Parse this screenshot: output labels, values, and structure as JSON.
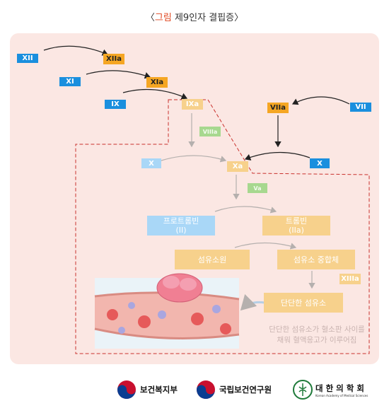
{
  "title": {
    "bracket_open": "〈",
    "highlight": "그림",
    "rest": " 제9인자 결핍증",
    "bracket_close": "〉"
  },
  "factors": {
    "xii": "XII",
    "xiia": "XIIa",
    "xi": "XI",
    "xia": "XIa",
    "ix": "IX",
    "ixa": "IXa",
    "viii": "VIIIa",
    "vii": "VII",
    "viia": "VIIa",
    "x": "X",
    "xa": "Xa",
    "xtarget": "X",
    "v": "Va",
    "xiii": "XIIIa"
  },
  "proteins": {
    "prothrombin": "프로트롬빈",
    "prothrombin_code": "(II)",
    "thrombin": "트롬빈",
    "thrombin_code": "(IIa)",
    "fibrinogen": "섬유소원",
    "fibrin_polymer": "섬유소 중합체",
    "stable_fibrin": "단단한 섬유소"
  },
  "note": {
    "line1": "단단한 섬유소가 혈소판 사이를",
    "line2": "채워 혈액응고가 이루어짐"
  },
  "footer": {
    "org1": "보건복지부",
    "org2": "국립보건연구원",
    "org3": "대 한 의 학 회",
    "org3_sub": "Korean Academy of Medical Sciences"
  },
  "colors": {
    "active_blue": "#1a8fde",
    "active_orange": "#f5a623",
    "panel_bg": "#fbe7e3",
    "dashed": "#c9302c"
  }
}
